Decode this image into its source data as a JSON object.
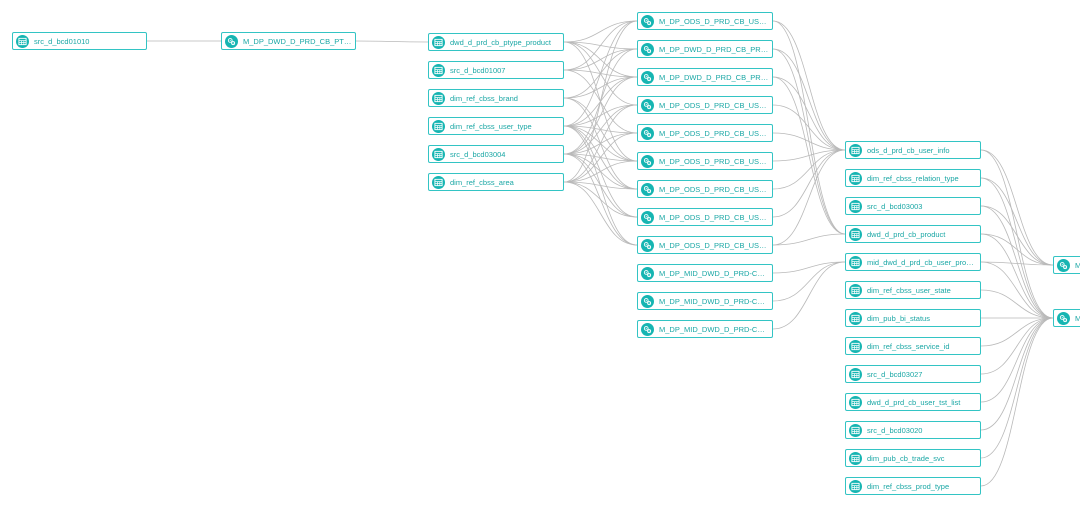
{
  "columns": [
    {
      "nodes": [
        {
          "label": "src_d_bcd01010",
          "icon": "table-icon"
        }
      ]
    },
    {
      "nodes": [
        {
          "label": "M_DP_DWD_D_PRD_CB_PTYPE...",
          "icon": "job-gears-icon"
        }
      ]
    },
    {
      "nodes": [
        {
          "label": "dwd_d_prd_cb_ptype_product",
          "icon": "table-icon"
        },
        {
          "label": "src_d_bcd01007",
          "icon": "table-icon"
        },
        {
          "label": "dim_ref_cbss_brand",
          "icon": "table-icon"
        },
        {
          "label": "dim_ref_cbss_user_type",
          "icon": "table-icon"
        },
        {
          "label": "src_d_bcd03004",
          "icon": "table-icon"
        },
        {
          "label": "dim_ref_cbss_area",
          "icon": "table-icon"
        }
      ]
    },
    {
      "nodes": [
        {
          "label": "M_DP_ODS_D_PRD_CB_USER_I...",
          "icon": "job-gears-icon"
        },
        {
          "label": "M_DP_DWD_D_PRD_CB_PROD...",
          "icon": "job-gears-icon"
        },
        {
          "label": "M_DP_DWD_D_PRD_CB_PRODU...",
          "icon": "job-gears-icon"
        },
        {
          "label": "M_DP_ODS_D_PRD_CB_USER_I...",
          "icon": "job-gears-icon"
        },
        {
          "label": "M_DP_ODS_D_PRD_CB_USER_I...",
          "icon": "job-gears-icon"
        },
        {
          "label": "M_DP_ODS_D_PRD_CB_USER_I...",
          "icon": "job-gears-icon"
        },
        {
          "label": "M_DP_ODS_D_PRD_CB_USER_I...",
          "icon": "job-gears-icon"
        },
        {
          "label": "M_DP_ODS_D_PRD_CB_USER_I...",
          "icon": "job-gears-icon"
        },
        {
          "label": "M_DP_ODS_D_PRD_CB_USER_I...",
          "icon": "job-gears-icon"
        },
        {
          "label": "M_DP_MID_DWD_D_PRD-CB_U...",
          "icon": "job-gears-icon"
        },
        {
          "label": "M_DP_MID_DWD_D_PRD-CB_U...",
          "icon": "job-gears-icon"
        },
        {
          "label": "M_DP_MID_DWD_D_PRD-CB_U...",
          "icon": "job-gears-icon"
        }
      ]
    },
    {
      "nodes": [
        {
          "label": "ods_d_prd_cb_user_info",
          "icon": "table-icon"
        },
        {
          "label": "dim_ref_cbss_relation_type",
          "icon": "table-icon"
        },
        {
          "label": "src_d_bcd03003",
          "icon": "table-icon"
        },
        {
          "label": "dwd_d_prd_cb_product",
          "icon": "table-icon"
        },
        {
          "label": "mid_dwd_d_prd_cb_user_product",
          "icon": "table-icon"
        },
        {
          "label": "dim_ref_cbss_user_state",
          "icon": "table-icon"
        },
        {
          "label": "dim_pub_bi_status",
          "icon": "table-icon"
        },
        {
          "label": "dim_ref_cbss_service_id",
          "icon": "table-icon"
        },
        {
          "label": "src_d_bcd03027",
          "icon": "table-icon"
        },
        {
          "label": "dwd_d_prd_cb_user_tst_list",
          "icon": "table-icon"
        },
        {
          "label": "src_d_bcd03020",
          "icon": "table-icon"
        },
        {
          "label": "dim_pub_cb_trade_svc",
          "icon": "table-icon"
        },
        {
          "label": "dim_ref_cbss_prod_type",
          "icon": "table-icon"
        }
      ]
    },
    {
      "nodes": [
        {
          "label": "M",
          "icon": "job-gears-icon"
        },
        {
          "label": "M",
          "icon": "job-gears-icon"
        }
      ]
    }
  ],
  "edges": [
    [
      "0.0",
      "1.0"
    ],
    [
      "1.0",
      "2.0"
    ],
    [
      "2.0",
      "3.0"
    ],
    [
      "2.0",
      "3.1"
    ],
    [
      "2.0",
      "3.2"
    ],
    [
      "2.0",
      "3.3"
    ],
    [
      "2.0",
      "3.5"
    ],
    [
      "2.1",
      "3.0"
    ],
    [
      "2.1",
      "3.1"
    ],
    [
      "2.1",
      "3.2"
    ],
    [
      "2.1",
      "3.4"
    ],
    [
      "2.2",
      "3.1"
    ],
    [
      "2.2",
      "3.2"
    ],
    [
      "2.2",
      "3.5"
    ],
    [
      "2.2",
      "3.6"
    ],
    [
      "2.3",
      "3.0"
    ],
    [
      "2.3",
      "3.2"
    ],
    [
      "2.3",
      "3.3"
    ],
    [
      "2.3",
      "3.4"
    ],
    [
      "2.3",
      "3.5"
    ],
    [
      "2.3",
      "3.6"
    ],
    [
      "2.3",
      "3.7"
    ],
    [
      "2.3",
      "3.8"
    ],
    [
      "2.4",
      "3.1"
    ],
    [
      "2.4",
      "3.2"
    ],
    [
      "2.4",
      "3.3"
    ],
    [
      "2.4",
      "3.4"
    ],
    [
      "2.4",
      "3.5"
    ],
    [
      "2.4",
      "3.6"
    ],
    [
      "2.4",
      "3.7"
    ],
    [
      "2.4",
      "3.8"
    ],
    [
      "2.5",
      "3.0"
    ],
    [
      "2.5",
      "3.3"
    ],
    [
      "2.5",
      "3.4"
    ],
    [
      "2.5",
      "3.5"
    ],
    [
      "2.5",
      "3.6"
    ],
    [
      "2.5",
      "3.7"
    ],
    [
      "2.5",
      "3.8"
    ],
    [
      "3.0",
      "4.0"
    ],
    [
      "3.0",
      "4.3"
    ],
    [
      "3.1",
      "4.0"
    ],
    [
      "3.1",
      "4.3"
    ],
    [
      "3.2",
      "4.0"
    ],
    [
      "3.2",
      "4.3"
    ],
    [
      "3.3",
      "4.0"
    ],
    [
      "3.4",
      "4.0"
    ],
    [
      "3.5",
      "4.0"
    ],
    [
      "3.6",
      "4.0"
    ],
    [
      "3.7",
      "4.0"
    ],
    [
      "3.8",
      "4.0"
    ],
    [
      "3.8",
      "4.3"
    ],
    [
      "3.9",
      "4.4"
    ],
    [
      "3.10",
      "4.4"
    ],
    [
      "3.11",
      "4.4"
    ],
    [
      "4.0",
      "5.0"
    ],
    [
      "4.0",
      "5.1"
    ],
    [
      "4.1",
      "5.0"
    ],
    [
      "4.1",
      "5.1"
    ],
    [
      "4.2",
      "5.0"
    ],
    [
      "4.2",
      "5.1"
    ],
    [
      "4.3",
      "5.0"
    ],
    [
      "4.3",
      "5.1"
    ],
    [
      "4.4",
      "5.0"
    ],
    [
      "4.4",
      "5.1"
    ],
    [
      "4.5",
      "5.1"
    ],
    [
      "4.6",
      "5.1"
    ],
    [
      "4.7",
      "5.1"
    ],
    [
      "4.8",
      "5.1"
    ],
    [
      "4.9",
      "5.1"
    ],
    [
      "4.10",
      "5.1"
    ],
    [
      "4.11",
      "5.1"
    ],
    [
      "4.12",
      "5.1"
    ]
  ]
}
